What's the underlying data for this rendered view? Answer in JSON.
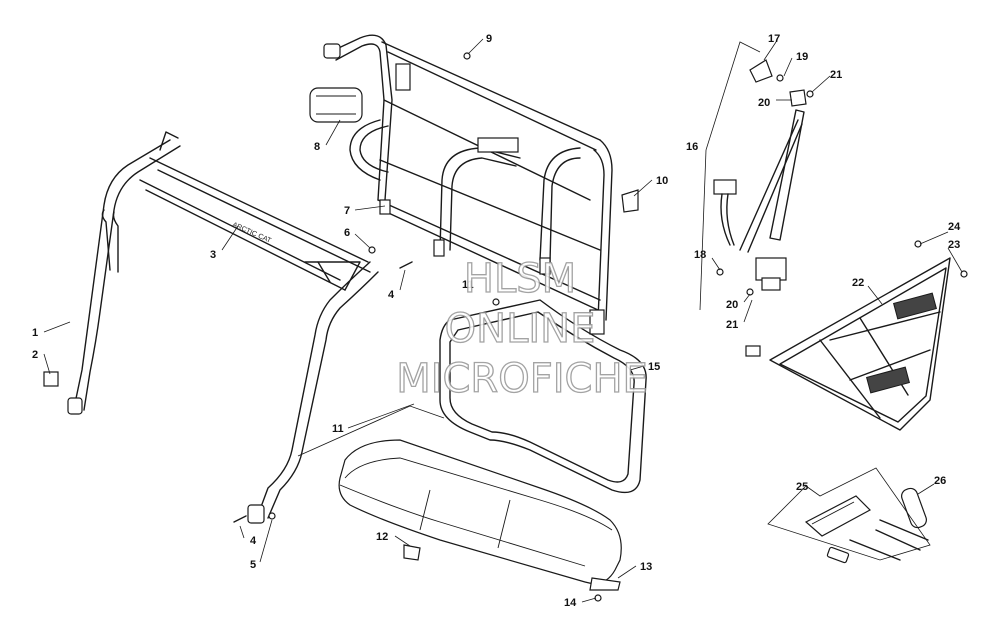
{
  "watermark": {
    "line1": "HLSM",
    "line2": "ONLINE",
    "line3": "MICROFICHE"
  },
  "frame_marking": "ARCTIC CAT",
  "callouts": [
    {
      "id": "c1",
      "label": "1"
    },
    {
      "id": "c2",
      "label": "2"
    },
    {
      "id": "c3",
      "label": "3"
    },
    {
      "id": "c4a",
      "label": "4"
    },
    {
      "id": "c4b",
      "label": "4"
    },
    {
      "id": "c5",
      "label": "5"
    },
    {
      "id": "c6",
      "label": "6"
    },
    {
      "id": "c7",
      "label": "7"
    },
    {
      "id": "c8",
      "label": "8"
    },
    {
      "id": "c9",
      "label": "9"
    },
    {
      "id": "c10",
      "label": "10"
    },
    {
      "id": "c11a",
      "label": "11"
    },
    {
      "id": "c11b",
      "label": "11"
    },
    {
      "id": "c12",
      "label": "12"
    },
    {
      "id": "c13",
      "label": "13"
    },
    {
      "id": "c14",
      "label": "14"
    },
    {
      "id": "c15",
      "label": "15"
    },
    {
      "id": "c16",
      "label": "16"
    },
    {
      "id": "c17",
      "label": "17"
    },
    {
      "id": "c18",
      "label": "18"
    },
    {
      "id": "c19",
      "label": "19"
    },
    {
      "id": "c20a",
      "label": "20"
    },
    {
      "id": "c20b",
      "label": "20"
    },
    {
      "id": "c21a",
      "label": "21"
    },
    {
      "id": "c21b",
      "label": "21"
    },
    {
      "id": "c22",
      "label": "22"
    },
    {
      "id": "c23",
      "label": "23"
    },
    {
      "id": "c24",
      "label": "24"
    },
    {
      "id": "c25",
      "label": "25"
    },
    {
      "id": "c26",
      "label": "26"
    }
  ]
}
